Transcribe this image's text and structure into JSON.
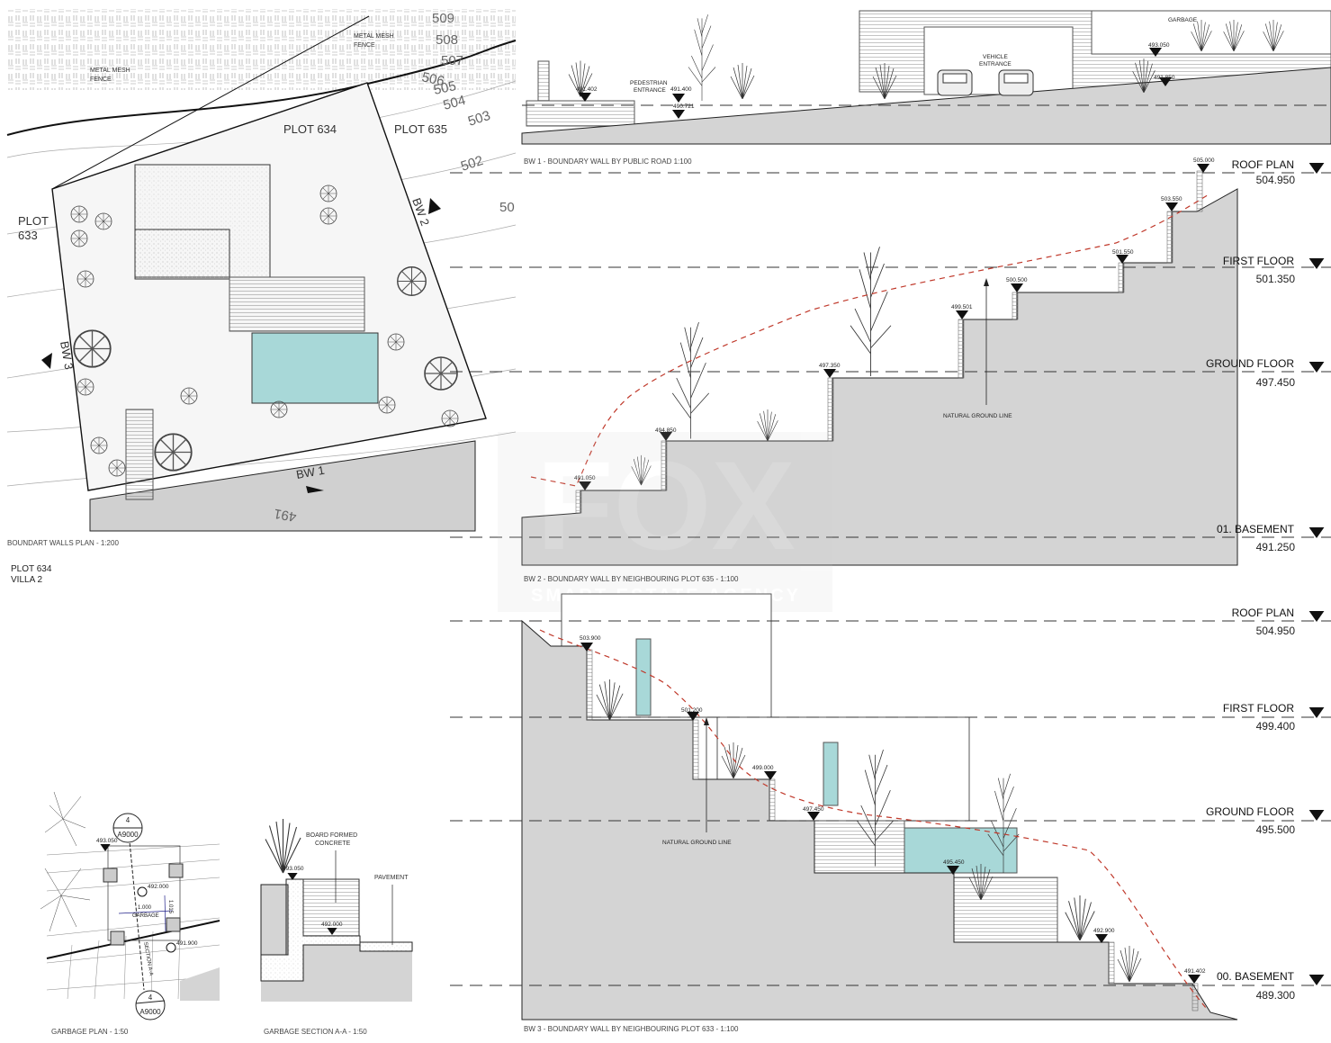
{
  "watermark": {
    "logo": "FOX",
    "tagline": "SMART ESTATE AGENCY"
  },
  "plan": {
    "caption": "BOUNDART WALLS PLAN - 1:200",
    "plot": "PLOT 634",
    "villa": "VILLA 2",
    "fence_label_1": [
      "METAL MESH",
      "FENCE"
    ],
    "fence_label_2": [
      "METAL MESH",
      "FENCE"
    ],
    "plot_634": "PLOT 634",
    "plot_635": "PLOT 635",
    "plot_633": [
      "PLOT",
      "633"
    ],
    "bw1": "BW 1",
    "bw2": "BW 2",
    "bw3": "BW 3",
    "contours": [
      "509",
      "508",
      "507",
      "506",
      "505",
      "504",
      "503",
      "502",
      "50",
      "491"
    ]
  },
  "bw1": {
    "caption": "BW 1 - BOUNDARY WALL BY PUBLIC ROAD 1:100",
    "pedestrian": [
      "PEDESTRIAN",
      "ENTRANCE"
    ],
    "vehicle": [
      "VEHICLE",
      "ENTRANCE"
    ],
    "garbage": "GARBAGE",
    "elevations": [
      "491.402",
      "491.400",
      "490.721",
      "493.050",
      "491.850"
    ]
  },
  "bw2": {
    "caption": "BW 2 - BOUNDARY WALL BY NEIGHBOURING PLOT 635 - 1:100",
    "natural_ground": "NATURAL GROUND LINE",
    "levels": [
      {
        "name": "ROOF PLAN",
        "value": "504.950"
      },
      {
        "name": "FIRST FLOOR",
        "value": "501.350"
      },
      {
        "name": "GROUND FLOOR",
        "value": "497.450"
      },
      {
        "name": "01. BASEMENT",
        "value": "491.250"
      }
    ],
    "elevations": [
      "491.050",
      "494.850",
      "497.350",
      "499.501",
      "500.500",
      "501.550",
      "503.550",
      "505.000"
    ]
  },
  "bw3": {
    "caption": "BW 3 - BOUNDARY WALL BY NEIGHBOURING PLOT 633 - 1:100",
    "natural_ground": "NATURAL GROUND LINE",
    "levels": [
      {
        "name": "ROOF PLAN",
        "value": "504.950"
      },
      {
        "name": "FIRST FLOOR",
        "value": "499.400"
      },
      {
        "name": "GROUND FLOOR",
        "value": "495.500"
      },
      {
        "name": "00. BASEMENT",
        "value": "489.300"
      }
    ],
    "elevations": [
      "503.900",
      "501.200",
      "499.000",
      "497.450",
      "495.450",
      "492.900",
      "491.402"
    ]
  },
  "garbage_plan": {
    "caption": "GARBAGE PLAN - 1:50",
    "ref_top": {
      "num": "4",
      "sheet": "A9000"
    },
    "ref_bottom": {
      "num": "4",
      "sheet": "A9000"
    },
    "elev_top": "493.050",
    "elev_1": "492.000",
    "elev_2": "491.900",
    "dim_w": "1.000",
    "dim_h": "1.015",
    "label": "GARBAGE",
    "section": "SECTION A-A"
  },
  "garbage_section": {
    "caption": "GARBAGE SECTION A-A - 1:50",
    "concrete": [
      "BOARD FORMED",
      "CONCRETE"
    ],
    "pavement": "PAVEMENT",
    "elev_top": "493.050",
    "elev_floor": "492.000"
  },
  "colors": {
    "ground": "#d4d4d4",
    "pool": "#a8d8d8",
    "natural_ground_line": "#c0392b"
  }
}
